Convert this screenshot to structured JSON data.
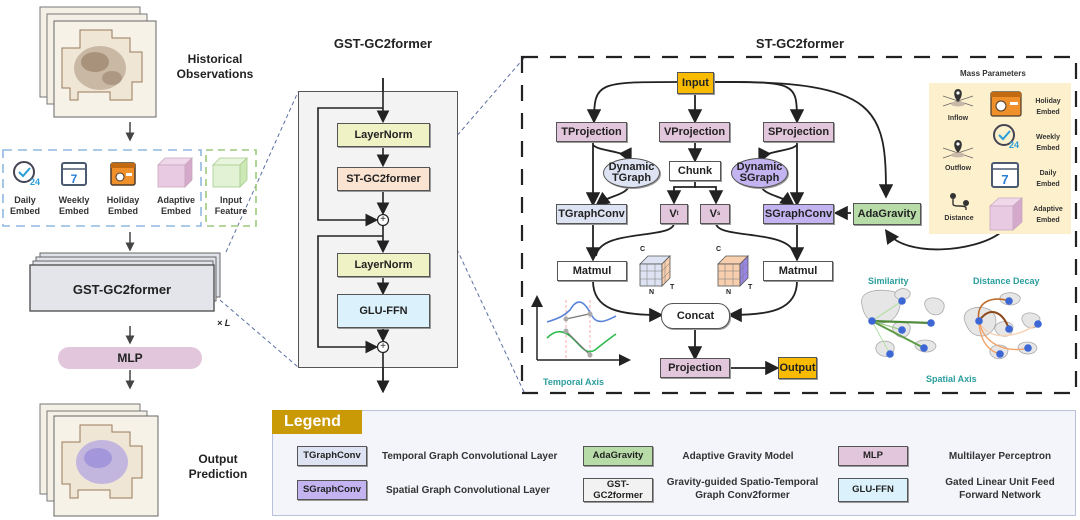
{
  "left": {
    "historical_label": "Historical Observations",
    "embeds": [
      {
        "icon": "clock-24-icon",
        "label": "Daily Embed"
      },
      {
        "icon": "calendar-7-icon",
        "label": "Weekly Embed"
      },
      {
        "icon": "holiday-calendar-icon",
        "label": "Holiday Embed"
      },
      {
        "icon": "pink-cube-icon",
        "label": "Adaptive Embed"
      }
    ],
    "input_feature": {
      "icon": "green-cube-icon",
      "label": "Input Feature"
    },
    "stack_label": "GST-GC2former",
    "repeat_label": "× L",
    "mlp_label": "MLP",
    "output_label": "Output Prediction"
  },
  "middle": {
    "title": "GST-GC2former",
    "blocks": [
      "LayerNorm",
      "ST-GC2former",
      "LayerNorm",
      "GLU-FFN"
    ],
    "add_symbol": "+"
  },
  "right": {
    "title": "ST-GC2former",
    "input": "Input",
    "tprojection": "TProjection",
    "vprojection": "VProjection",
    "sprojection": "SProjection",
    "dynamic_tgraph": "Dynamic TGraph",
    "dynamic_sgraph": "Dynamic SGraph",
    "chunk": "Chunk",
    "tgraphconv": "TGraphConv",
    "sgraphconv": "SGraphConv",
    "vt": "V",
    "vt_sub": "t",
    "vs": "V",
    "vs_sub": "s",
    "adagravity": "AdaGravity",
    "matmul_left": "Matmul",
    "matmul_right": "Matmul",
    "concat": "Concat",
    "projection": "Projection",
    "output": "Output",
    "cube_axes": {
      "c": "C",
      "n": "N",
      "t": "T"
    },
    "temporal_axis": "Temporal Axis",
    "spatial_axis": "Spatial Axis",
    "similarity": "Similarity",
    "distance_decay": "Distance Decay",
    "mass_parameters": {
      "title": "Mass Parameters",
      "items": [
        {
          "icon": "inflow-pin-icon",
          "label": "Inflow"
        },
        {
          "icon": "holiday-calendar-icon",
          "label": "Holiday Embed"
        },
        {
          "icon": "clock-24-icon",
          "label": "Weekly Embed"
        },
        {
          "icon": "outflow-pin-icon",
          "label": "Outflow"
        },
        {
          "icon": "calendar-7-icon",
          "label": "Daily Embed"
        },
        {
          "icon": "distance-route-icon",
          "label": "Distance"
        },
        {
          "icon": "pink-cube-icon",
          "label": "Adaptive Embed"
        }
      ]
    }
  },
  "legend": {
    "title": "Legend",
    "entries": [
      {
        "key": "TGraphConv",
        "desc": "Temporal Graph Convolutional Layer",
        "color": "#dde3f2"
      },
      {
        "key": "AdaGravity",
        "desc": "Adaptive Gravity Model",
        "color": "#b7dca8"
      },
      {
        "key": "MLP",
        "desc": "Multilayer Perceptron",
        "color": "#e2c6db"
      },
      {
        "key": "SGraphConv",
        "desc": "Spatial Graph Convolutional Layer",
        "color": "#c3b3f0"
      },
      {
        "key": "GST-GC2former",
        "desc": "Gravity-guided Spatio-Temporal Graph Conv2former",
        "color": "#f2f2f2"
      },
      {
        "key": "GLU-FFN",
        "desc": "Gated Linear Unit Feed Forward Network",
        "color": "#dbf1fb"
      }
    ]
  },
  "colors": {
    "layernorm": "#eef2c4",
    "st_block": "#fbe3d2",
    "glu": "#dbf1fb",
    "projection": "#e2c6db",
    "dynamic_tgraph": "#dde3f2",
    "dynamic_sgraph": "#c3b3f0",
    "input_output": "#f9bb00",
    "mass_bg": "#fdf0cc",
    "legend_header": "#c99a06",
    "teal_text": "#2a9d9d"
  }
}
